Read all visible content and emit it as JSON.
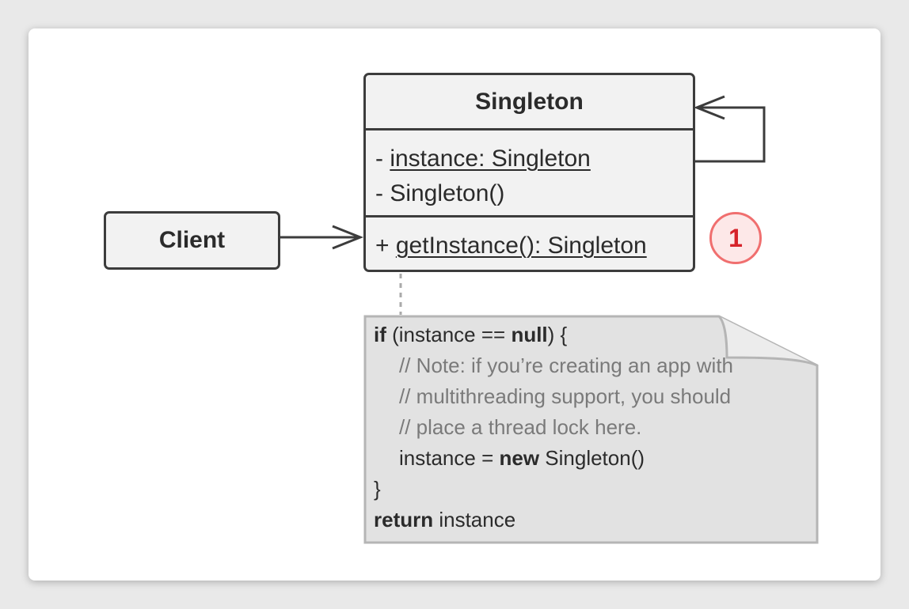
{
  "client": {
    "label": "Client"
  },
  "singleton": {
    "title": "Singleton",
    "attr_prefix": "- ",
    "attr_instance": "instance: Singleton",
    "ctor": "- Singleton()",
    "method_prefix": "+ ",
    "method": "getInstance(): Singleton"
  },
  "badge": {
    "label": "1"
  },
  "note": {
    "kw_if": "if",
    "cond_open": " (instance == ",
    "kw_null": "null",
    "cond_close": ") {",
    "comment1": "// Note: if you’re creating an app with",
    "comment2": "// multithreading support, you should",
    "comment3": "// place a thread lock here.",
    "assign_lhs": "instance = ",
    "kw_new": "new",
    "assign_rhs": " Singleton()",
    "close_brace": "}",
    "kw_return": "return",
    "return_val": " instance"
  },
  "colors": {
    "border": "#3c3c3c",
    "box_fill": "#f2f2f2",
    "note_fill": "#e2e2e2",
    "badge_fill": "#fde8e8",
    "badge_border": "#f06f6f",
    "badge_text": "#d6232a",
    "comment_text": "#7a7a7a"
  }
}
